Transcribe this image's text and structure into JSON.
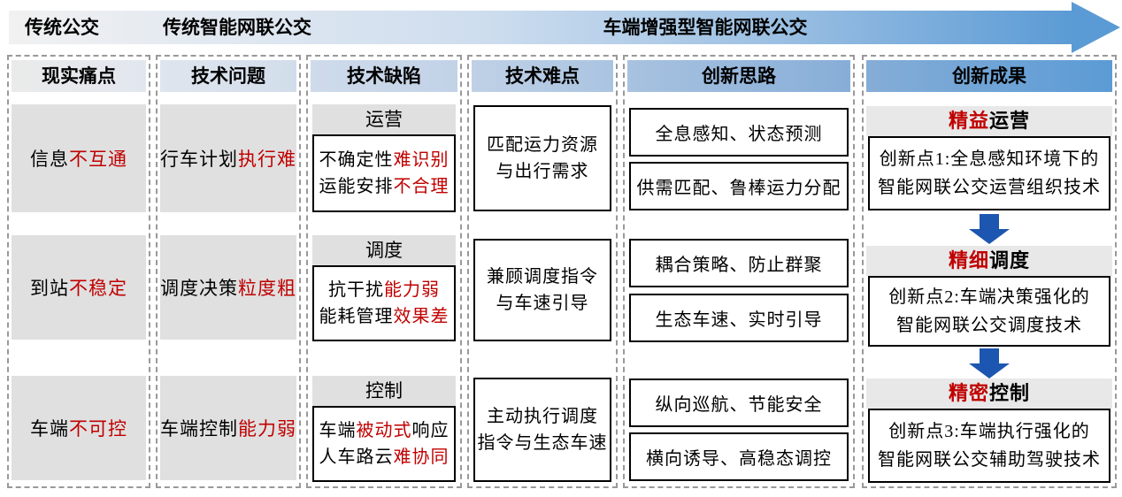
{
  "phase_bar": {
    "labels": [
      "传统公交",
      "传统智能网联公交",
      "车端增强型智能网联公交"
    ]
  },
  "colors": {
    "arrow_blue": "#5b9bd5",
    "down_arrow_blue": "#1d56b0",
    "highlight_red": "#c00000",
    "cell_gray": "#e0e0e0"
  },
  "columns": {
    "pain": {
      "header": "现实痛点",
      "rows": [
        {
          "pre": "信息",
          "red": "不互通"
        },
        {
          "pre": "到站",
          "red": "不稳定"
        },
        {
          "pre": "车端",
          "red": "不可控"
        }
      ]
    },
    "problem": {
      "header": "技术问题",
      "rows": [
        {
          "pre": "行车计划",
          "red": "执行难"
        },
        {
          "pre": "调度决策",
          "red": "粒度粗"
        },
        {
          "pre": "车端控制",
          "red": "能力弱"
        }
      ]
    },
    "defect": {
      "header": "技术缺陷",
      "rows": [
        {
          "label": "运营",
          "lines": [
            {
              "pre": "不确定性",
              "red": "难识别",
              "post": ""
            },
            {
              "pre": "运能安排",
              "red": "不合理",
              "post": ""
            }
          ]
        },
        {
          "label": "调度",
          "lines": [
            {
              "pre": "抗干扰",
              "red": "能力弱",
              "post": ""
            },
            {
              "pre": "能耗管理",
              "red": "效果差",
              "post": ""
            }
          ]
        },
        {
          "label": "控制",
          "lines": [
            {
              "pre": "车端",
              "red": "被动式",
              "post": "响应"
            },
            {
              "pre": "人车路云",
              "red": "难协同",
              "post": ""
            }
          ]
        }
      ]
    },
    "difficulty": {
      "header": "技术难点",
      "rows": [
        {
          "line1": "匹配运力资源",
          "line2": "与出行需求"
        },
        {
          "line1": "兼顾调度指令",
          "line2": "与车速引导"
        },
        {
          "line1": "主动执行调度",
          "line2": "指令与生态车速"
        }
      ]
    },
    "idea": {
      "header": "创新思路",
      "rows": [
        {
          "box1": "全息感知、状态预测",
          "box2": "供需匹配、鲁棒运力分配"
        },
        {
          "box1": "耦合策略、防止群聚",
          "box2": "生态车速、实时引导"
        },
        {
          "box1": "纵向巡航、节能安全",
          "box2": "横向诱导、高稳态调控"
        }
      ]
    },
    "result": {
      "header": "创新成果",
      "rows": [
        {
          "title_red": "精益",
          "title_black": "运营",
          "line1": "创新点1:全息感知环境下的",
          "line2": "智能网联公交运营组织技术"
        },
        {
          "title_red": "精细",
          "title_black": "调度",
          "line1": "创新点2:车端决策强化的",
          "line2": "智能网联公交调度技术"
        },
        {
          "title_red": "精密",
          "title_black": "控制",
          "line1": "创新点3:车端执行强化的",
          "line2": "智能网联公交辅助驾驶技术"
        }
      ]
    }
  }
}
